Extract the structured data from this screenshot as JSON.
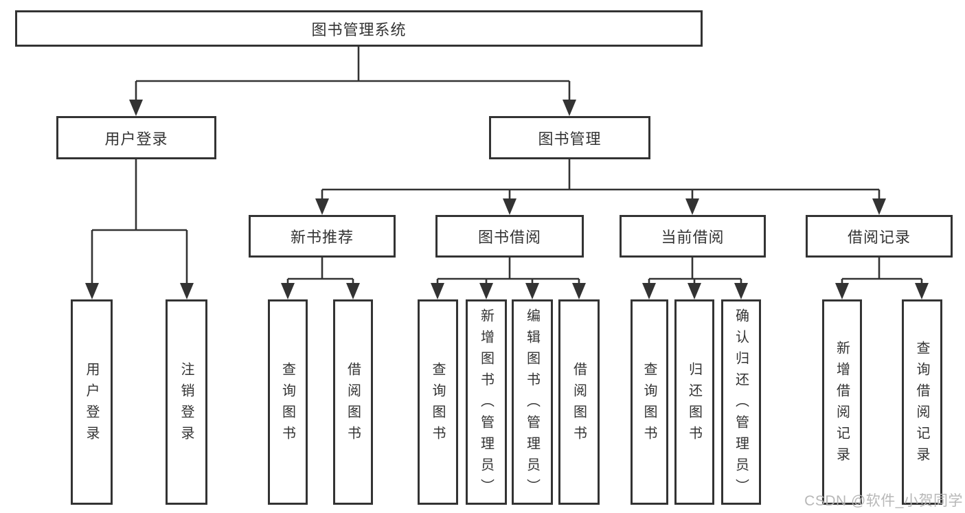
{
  "page": {
    "background": "#ffffff"
  },
  "diagram": {
    "type": "hierarchy",
    "root": {
      "label": "图书管理系统"
    },
    "branches": [
      {
        "label": "用户登录",
        "children": [
          {
            "label": "用户登录"
          },
          {
            "label": "注销登录"
          }
        ]
      },
      {
        "label": "图书管理",
        "children": [
          {
            "label": "新书推荐",
            "children": [
              {
                "label": "查询图书"
              },
              {
                "label": "借阅图书"
              }
            ]
          },
          {
            "label": "图书借阅",
            "children": [
              {
                "label": "查询图书"
              },
              {
                "label": "新增图书（管理员）"
              },
              {
                "label": "编辑图书（管理员）"
              },
              {
                "label": "借阅图书"
              }
            ]
          },
          {
            "label": "当前借阅",
            "children": [
              {
                "label": "查询图书"
              },
              {
                "label": "归还图书"
              },
              {
                "label": "确认归还（管理员）"
              }
            ]
          },
          {
            "label": "借阅记录",
            "children": [
              {
                "label": "新增借阅记录"
              },
              {
                "label": "查询借阅记录"
              }
            ]
          }
        ]
      }
    ],
    "colors": {
      "line": "#333333",
      "box_fill": "#ffffff",
      "text": "#333333",
      "watermark": "#b4b4b4"
    }
  },
  "watermark": {
    "text": "CSDN @软件_小贺同学"
  }
}
